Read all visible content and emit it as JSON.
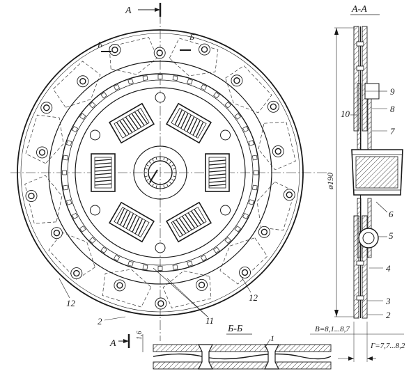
{
  "labels": {
    "section_a_top": "A",
    "section_a_bottom": "A",
    "section_aa_title": "A-A",
    "section_b_left": "Б",
    "section_b_right": "Б",
    "section_bb_title": "Б-Б",
    "diameter": "ø190",
    "dim_b": "В=8,1...8,7",
    "dim_g": "Г=7,7...8,2",
    "dim_small": "1,6",
    "parts": {
      "p1": "1",
      "p2": "2",
      "p2b": "2",
      "p3": "3",
      "p4": "4",
      "p5": "5",
      "p6": "6",
      "p7": "7",
      "p8": "8",
      "p9": "9",
      "p10": "10",
      "p11": "11",
      "p12a": "12",
      "p12b": "12"
    }
  },
  "colors": {
    "line": "#1a1a1a",
    "fill_dark": "#333333",
    "hatch": "#555555",
    "background": "#ffffff"
  }
}
